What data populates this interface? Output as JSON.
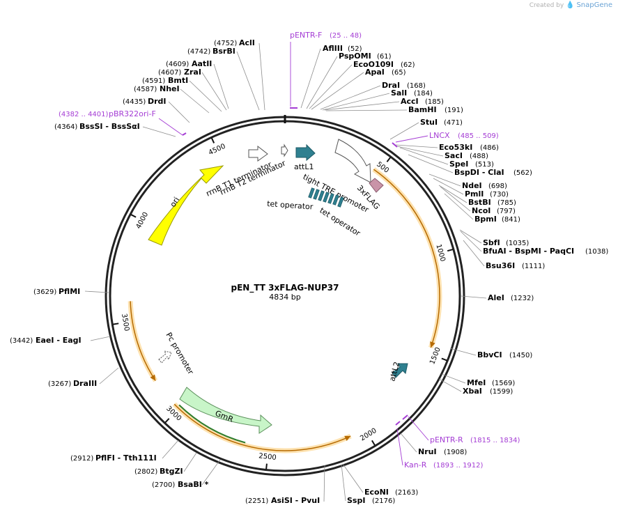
{
  "credit": {
    "prefix": "Created by",
    "brand": "SnapGene"
  },
  "plasmid": {
    "name": "pEN_TT 3xFLAG-NUP37",
    "length_label": "4834 bp",
    "length": 4834
  },
  "ticks": [
    500,
    1000,
    1500,
    2000,
    2500,
    3000,
    3500,
    4000,
    4500
  ],
  "orf": [
    {
      "start": 470,
      "end": 1470,
      "strand": 1,
      "color": "#f5b041"
    },
    {
      "start": 2080,
      "end": 3030,
      "strand": -1,
      "color": "#f5b041"
    },
    {
      "start": 3180,
      "end": 3600,
      "strand": -1,
      "color": "#f5b041"
    }
  ],
  "enzymes": [
    {
      "name": "AflIII",
      "pos": "(52)"
    },
    {
      "name": "PspOMI",
      "pos": "(61)"
    },
    {
      "name": "EcoO109I",
      "pos": "(62)"
    },
    {
      "name": "ApaI",
      "pos": "(65)"
    },
    {
      "name": "DraI",
      "pos": "(168)"
    },
    {
      "name": "SalI",
      "pos": "(184)"
    },
    {
      "name": "AccI",
      "pos": "(185)"
    },
    {
      "name": "BamHI",
      "pos": "(191)"
    },
    {
      "name": "StuI",
      "pos": "(471)"
    },
    {
      "name": "Eco53kI",
      "pos": "(486)"
    },
    {
      "name": "SacI",
      "pos": "(488)"
    },
    {
      "name": "SpeI",
      "pos": "(513)"
    },
    {
      "name": "BspDI - ClaI",
      "pos": "(562)"
    },
    {
      "name": "NdeI",
      "pos": "(698)"
    },
    {
      "name": "PmlI",
      "pos": "(730)"
    },
    {
      "name": "BstBI",
      "pos": "(785)"
    },
    {
      "name": "NcoI",
      "pos": "(797)"
    },
    {
      "name": "BpmI",
      "pos": "(841)"
    },
    {
      "name": "SbfI",
      "pos": "(1035)"
    },
    {
      "name": "BfuAI - BspMI - PaqCI",
      "pos": "(1038)"
    },
    {
      "name": "Bsu36I",
      "pos": "(1111)"
    },
    {
      "name": "AleI",
      "pos": "(1232)"
    },
    {
      "name": "BbvCI",
      "pos": "(1450)"
    },
    {
      "name": "MfeI",
      "pos": "(1569)"
    },
    {
      "name": "XbaI",
      "pos": "(1599)"
    },
    {
      "name": "NruI",
      "pos": "(1908)"
    },
    {
      "name": "EcoNI",
      "pos": "(2163)"
    },
    {
      "name": "SspI",
      "pos": "(2176)"
    },
    {
      "name": "AsiSI - PvuI",
      "pos": "(2251)"
    },
    {
      "name": "BsaBI *",
      "pos": "(2700)"
    },
    {
      "name": "BtgZI",
      "pos": "(2802)"
    },
    {
      "name": "PflFI - Tth111I",
      "pos": "(2912)"
    },
    {
      "name": "DraIII",
      "pos": "(3267)"
    },
    {
      "name": "EaeI - EagI",
      "pos": "(3442)"
    },
    {
      "name": "PflMI",
      "pos": "(3629)"
    },
    {
      "name": "BssSI - BssSαI",
      "pos": "(4364)"
    },
    {
      "name": "DrdI",
      "pos": "(4435)"
    },
    {
      "name": "NheI",
      "pos": "(4587)"
    },
    {
      "name": "BmtI",
      "pos": "(4591)"
    },
    {
      "name": "ZraI",
      "pos": "(4607)"
    },
    {
      "name": "AatII",
      "pos": "(4609)"
    },
    {
      "name": "BsrBI",
      "pos": "(4742)"
    },
    {
      "name": "AclI",
      "pos": "(4752)"
    }
  ],
  "primers": [
    {
      "name": "pENTR-F",
      "range": "(25 .. 48)"
    },
    {
      "name": "LNCX",
      "range": "(485 .. 509)"
    },
    {
      "name": "pENTR-R",
      "range": "(1815 .. 1834)"
    },
    {
      "name": "Kan-R",
      "range": "(1893 .. 1912)"
    },
    {
      "name": "pBR322ori-F",
      "range": "(4382 .. 4401)"
    }
  ],
  "features": [
    {
      "label": "attL1",
      "color": "#2f8090"
    },
    {
      "label": "tight TRE promoter",
      "color": "#ffffff"
    },
    {
      "label": "3xFLAG",
      "color": "#c994a8"
    },
    {
      "label": "tet operator",
      "color": "#2f8090"
    },
    {
      "label": "tet operator",
      "color": "#2f8090"
    },
    {
      "label": "attL2",
      "color": "#2f8090"
    },
    {
      "label": "GmR",
      "color": "#c8f5c8"
    },
    {
      "label": "Pc promoter",
      "color": "#ffffff"
    },
    {
      "label": "ori",
      "color": "#ffff00"
    },
    {
      "label": "rrnB T1 terminator",
      "color": "#ffffff"
    },
    {
      "label": "rrnB T2 terminator",
      "color": "#ffffff"
    }
  ]
}
